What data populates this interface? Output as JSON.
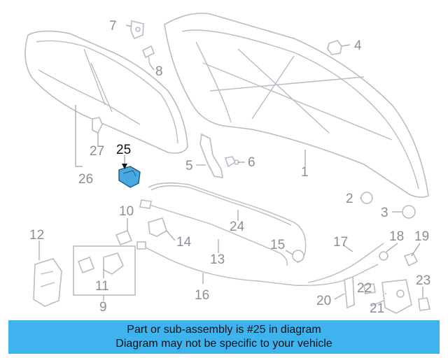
{
  "diagram": {
    "highlight_color": "#4aa8e0",
    "highlighted_part": "25",
    "callouts": [
      "1",
      "2",
      "3",
      "4",
      "5",
      "6",
      "7",
      "8",
      "9",
      "10",
      "11",
      "12",
      "13",
      "14",
      "15",
      "16",
      "17",
      "18",
      "19",
      "20",
      "21",
      "22",
      "23",
      "24",
      "25",
      "26",
      "27"
    ]
  },
  "banner": {
    "background": "#3fb3ee",
    "line1": "Part or sub-assembly is #25 in diagram",
    "line2": "Diagram may not be specific to your vehicle"
  }
}
